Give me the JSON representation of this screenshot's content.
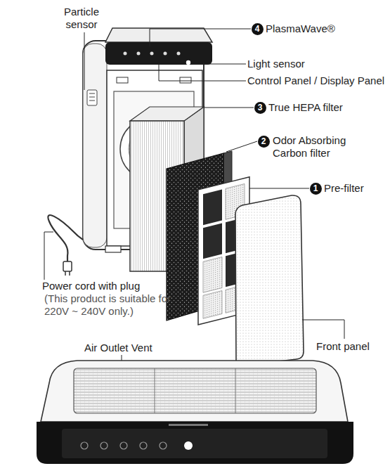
{
  "diagram": {
    "labels": [
      "Particle sensor",
      "4",
      "PlasmaWave®",
      "Light sensor",
      "Control Panel / Display Panel",
      "3",
      "True HEPA filter",
      "2",
      "Odor Absorbing Carbon filter",
      "1",
      "Pre-filter",
      "Power cord with plug",
      "(This product is suitable for 220V ~ 240V only.)",
      "Front panel",
      "Air Outlet Vent"
    ]
  }
}
